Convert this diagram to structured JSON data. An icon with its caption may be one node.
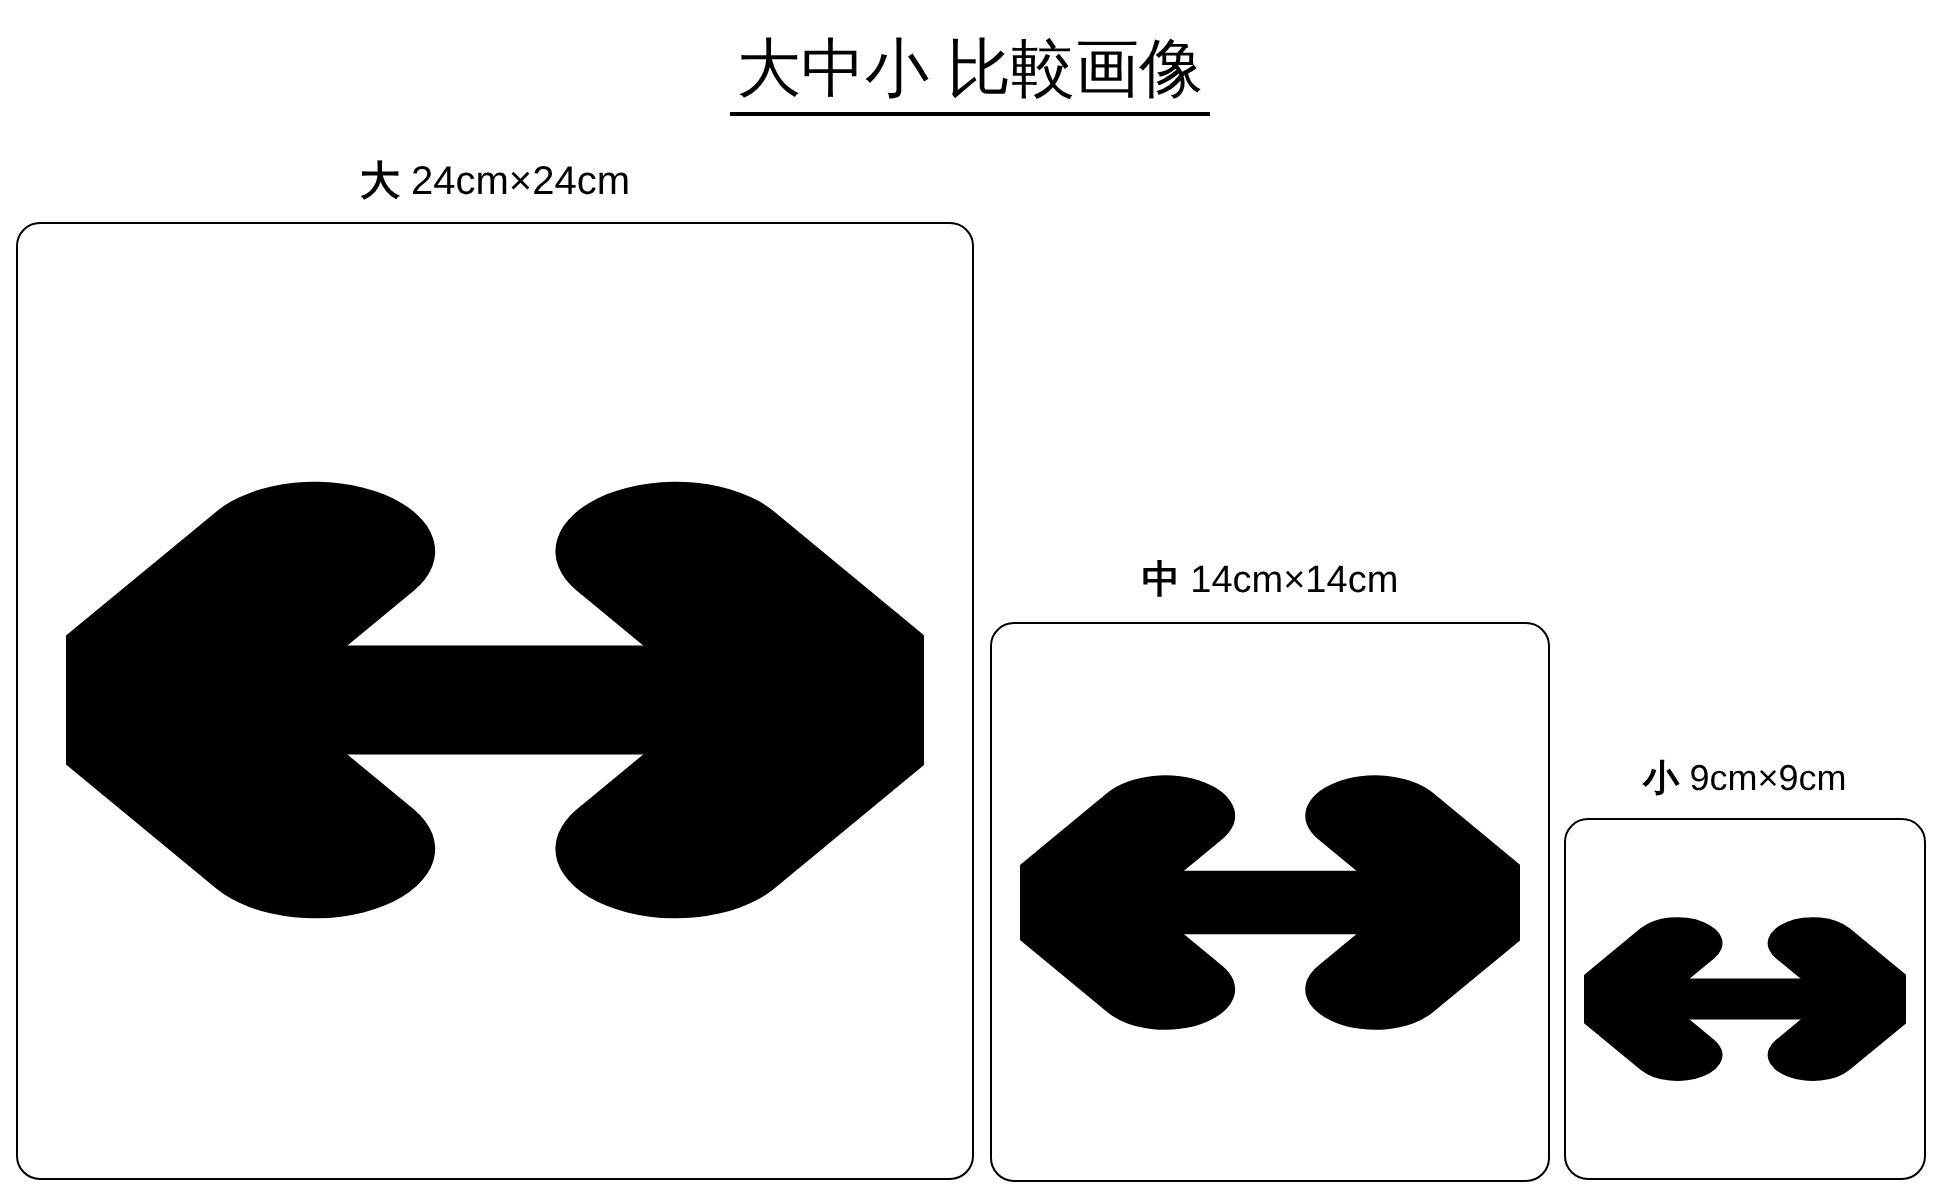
{
  "diagram": {
    "title": "大中小 比較画像",
    "nodes": [
      {
        "text": [
          "**大** 24cm×24cm"
        ]
      },
      {
        "text": [
          "**中** 14cm×14cm"
        ]
      },
      {
        "text": [
          "**小** 9cm×9cm"
        ]
      }
    ]
  }
}
